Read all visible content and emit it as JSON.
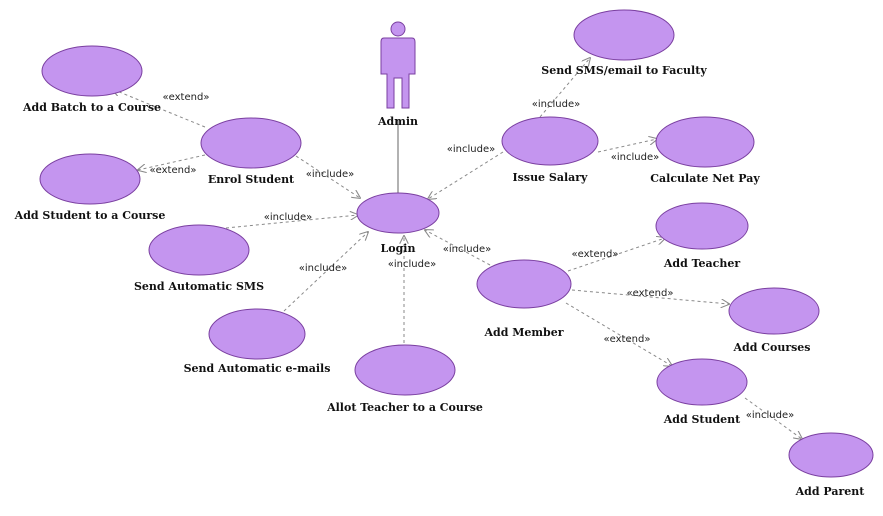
{
  "actor": {
    "label": "Admin"
  },
  "use_cases": [
    {
      "id": "add-batch",
      "label": "Add Batch to a Course"
    },
    {
      "id": "enrol-student",
      "label": "Enrol Student"
    },
    {
      "id": "add-student-course",
      "label": "Add Student to a Course"
    },
    {
      "id": "send-auto-sms",
      "label": "Send Automatic SMS"
    },
    {
      "id": "send-auto-emails",
      "label": "Send Automatic e-mails"
    },
    {
      "id": "allot-teacher",
      "label": "Allot Teacher to a Course"
    },
    {
      "id": "login",
      "label": "Login"
    },
    {
      "id": "send-sms-faculty",
      "label": "Send SMS/email to Faculty"
    },
    {
      "id": "issue-salary",
      "label": "Issue Salary"
    },
    {
      "id": "calc-net-pay",
      "label": "Calculate Net Pay"
    },
    {
      "id": "add-member",
      "label": "Add Member"
    },
    {
      "id": "add-teacher",
      "label": "Add Teacher"
    },
    {
      "id": "add-courses",
      "label": "Add Courses"
    },
    {
      "id": "add-student",
      "label": "Add Student"
    },
    {
      "id": "add-parent",
      "label": "Add Parent"
    }
  ],
  "relationships": [
    {
      "from": "enrol-student",
      "to": "add-batch",
      "label": "«extend»"
    },
    {
      "from": "enrol-student",
      "to": "add-student-course",
      "label": "«extend»"
    },
    {
      "from": "enrol-student",
      "to": "login",
      "label": "«include»"
    },
    {
      "from": "send-auto-sms",
      "to": "login",
      "label": "«include»"
    },
    {
      "from": "send-auto-emails",
      "to": "login",
      "label": "«include»"
    },
    {
      "from": "allot-teacher",
      "to": "login",
      "label": "«include»"
    },
    {
      "from": "issue-salary",
      "to": "login",
      "label": "«include»"
    },
    {
      "from": "issue-salary",
      "to": "send-sms-faculty",
      "label": "«include»"
    },
    {
      "from": "issue-salary",
      "to": "calc-net-pay",
      "label": "«include»"
    },
    {
      "from": "add-member",
      "to": "login",
      "label": "«include»"
    },
    {
      "from": "add-member",
      "to": "add-teacher",
      "label": "«extend»"
    },
    {
      "from": "add-member",
      "to": "add-courses",
      "label": "«extend»"
    },
    {
      "from": "add-member",
      "to": "add-student",
      "label": "«extend»"
    },
    {
      "from": "add-student",
      "to": "add-parent",
      "label": "«include»"
    }
  ]
}
